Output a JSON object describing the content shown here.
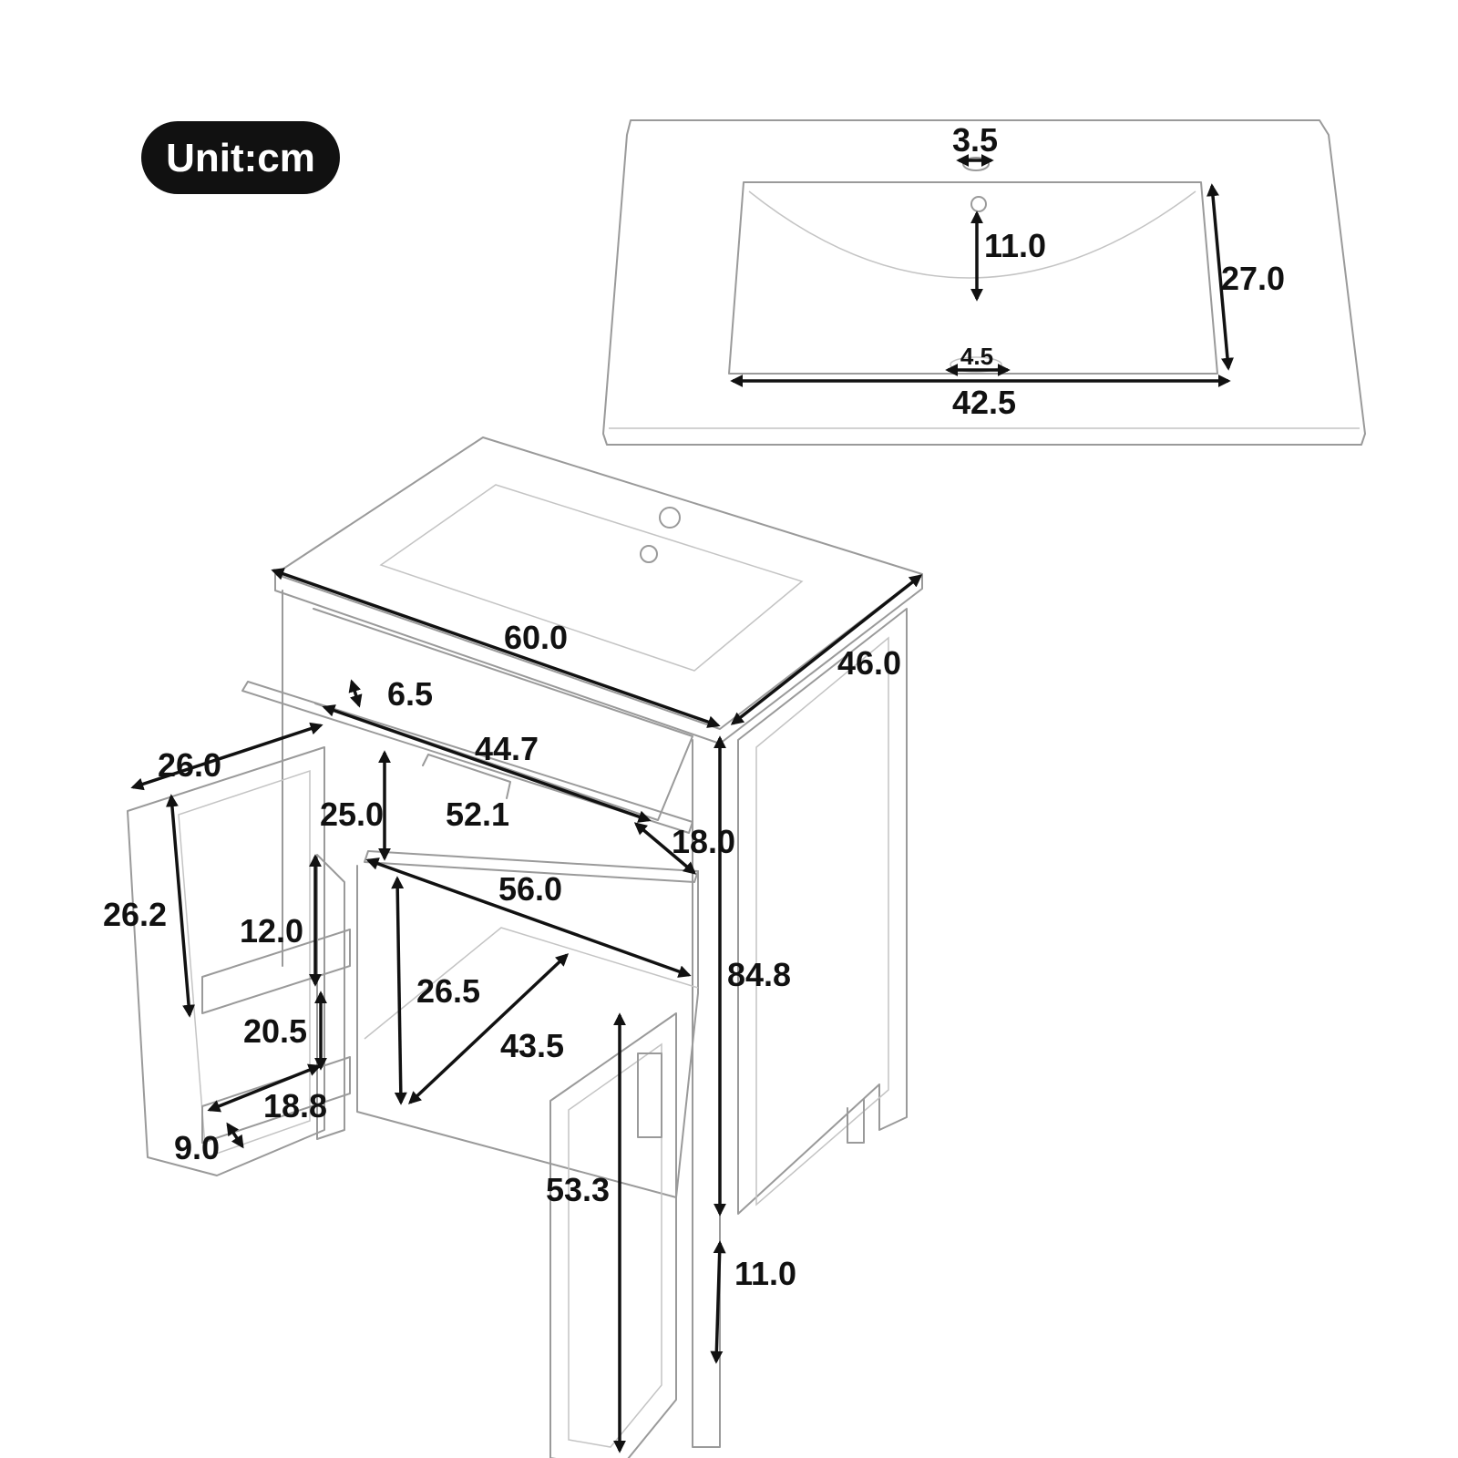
{
  "unit_badge": "Unit:cm",
  "sink_top_view": {
    "faucet_hole": "3.5",
    "basin_depth": "11.0",
    "basin_length": "27.0",
    "drain": "4.5",
    "basin_width": "42.5"
  },
  "cabinet": {
    "overall_width": "60.0",
    "overall_depth": "46.0",
    "overall_height": "84.8",
    "flap_height": "6.5",
    "flap_width": "44.7",
    "door_width": "26.0",
    "inner_top_height": "25.0",
    "inner_top_width": "52.1",
    "inner_top_depth": "18.0",
    "door_height": "26.2",
    "shelf_gap_1": "12.0",
    "shelf_width": "56.0",
    "shelf_gap_2": "20.5",
    "inner_bottom_height": "26.5",
    "inner_bottom_depth": "43.5",
    "door_shelf_width": "18.8",
    "door_shelf_depth": "9.0",
    "front_door_height": "53.3",
    "leg_height": "11.0"
  },
  "colors": {
    "line": "#111111",
    "sketch": "#9a9a9a",
    "badge": "#111111"
  }
}
